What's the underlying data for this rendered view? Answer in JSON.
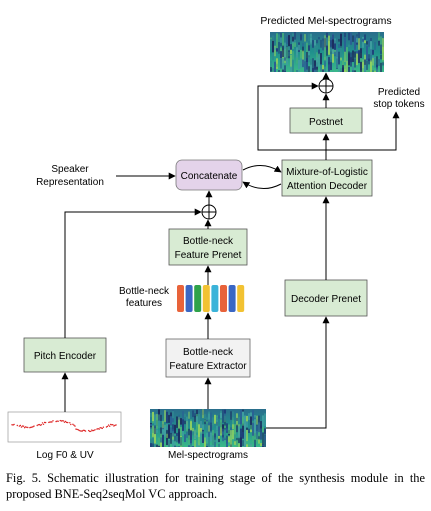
{
  "diagram": {
    "top_label": "Predicted Mel-spectrograms",
    "bottom_label": "Mel-spectrograms",
    "predicted_stop_line1": "Predicted",
    "predicted_stop_line2": "stop tokens",
    "speaker_line1": "Speaker",
    "speaker_line2": "Representation",
    "concatenate": "Concatenate",
    "attention_decoder_line1": "Mixture-of-Logistic",
    "attention_decoder_line2": "Attention Decoder",
    "postnet": "Postnet",
    "feature_prenet_line1": "Bottle-neck",
    "feature_prenet_line2": "Feature Prenet",
    "bn_features_line1": "Bottle-neck",
    "bn_features_line2": "features",
    "decoder_prenet": "Decoder Prenet",
    "pitch_encoder": "Pitch Encoder",
    "extractor_line1": "Bottle-neck",
    "extractor_line2": "Feature Extractor",
    "logf0_label": "Log F0 & UV",
    "feature_colors": [
      "#e8633a",
      "#3a67c4",
      "#2fa24a",
      "#f2c232",
      "#3ab3d9",
      "#e8633a",
      "#3a67c4",
      "#f2c232"
    ],
    "green_box_fill": "#d8ebd3",
    "purple_box_fill": "#e4d3ea",
    "gray_box_fill": "#f2f2f2"
  },
  "caption": "Fig. 5.  Schematic illustration for training stage of the synthesis module in the proposed BNE-Seq2seqMol VC approach."
}
